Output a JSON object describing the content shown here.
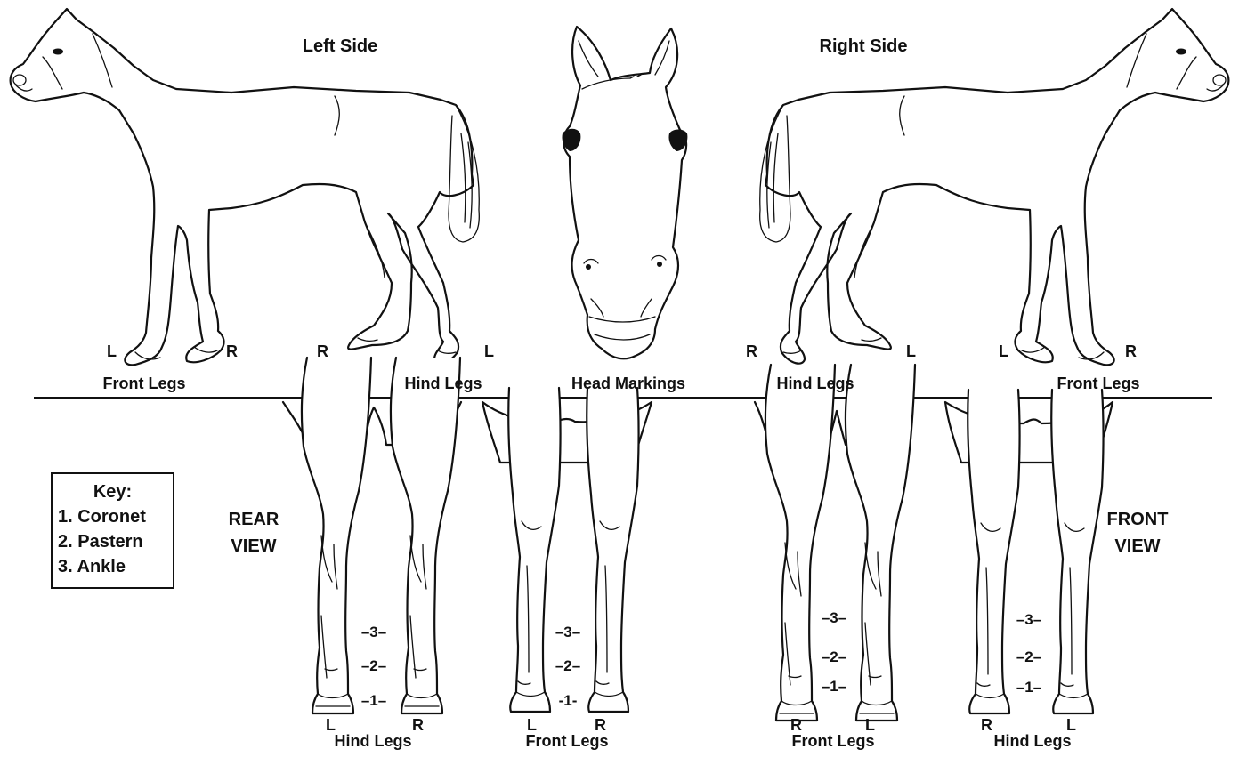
{
  "top": {
    "left_side_title": "Left Side",
    "right_side_title": "Right Side",
    "head_label": "Head Markings",
    "left": {
      "front_legs": "Front Legs",
      "hind_legs": "Hind Legs",
      "leg_marks": [
        "L",
        "R",
        "R",
        "L"
      ]
    },
    "right": {
      "hind_legs": "Hind Legs",
      "front_legs": "Front Legs",
      "leg_marks": [
        "R",
        "L",
        "L",
        "R"
      ]
    }
  },
  "key": {
    "title": "Key:",
    "items": [
      "1. Coronet",
      "2. Pastern",
      "3. Ankle"
    ]
  },
  "rear_view": {
    "line1": "REAR",
    "line2": "VIEW"
  },
  "front_view": {
    "line1": "FRONT",
    "line2": "VIEW"
  },
  "bottom_panels": [
    {
      "caption": "Hind Legs",
      "left_mark": "L",
      "right_mark": "R",
      "scale": [
        "–3–",
        "–2–",
        "–1–"
      ]
    },
    {
      "caption": "Front Legs",
      "left_mark": "L",
      "right_mark": "R",
      "scale": [
        "–3–",
        "–2–",
        "-1-"
      ]
    },
    {
      "caption": "Front Legs",
      "left_mark": "R",
      "right_mark": "L",
      "scale": [
        "–3–",
        "–2–",
        "–1–"
      ]
    },
    {
      "caption": "Hind Legs",
      "left_mark": "R",
      "right_mark": "L",
      "scale": [
        "–3–",
        "–2–",
        "–1–"
      ]
    }
  ]
}
